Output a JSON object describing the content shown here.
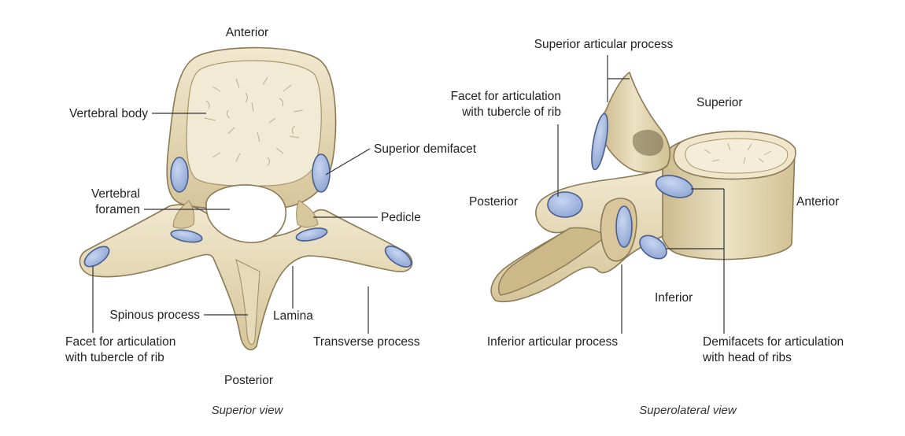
{
  "colors": {
    "bone_light": "#ede3c7",
    "bone_mid": "#d9c9a0",
    "bone_shadow": "#b9a67a",
    "cancellous": "#f2ecd8",
    "facet_blue": "#a9bde3",
    "facet_edge": "#4a5f8e"
  },
  "superior_view": {
    "caption": "Superior view",
    "labels": {
      "anterior": "Anterior",
      "vertebral_body": "Vertebral body",
      "superior_demifacet": "Superior demifacet",
      "vertebral_foramen_line1": "Vertebral",
      "vertebral_foramen_line2": "foramen",
      "pedicle": "Pedicle",
      "spinous_process": "Spinous process",
      "lamina": "Lamina",
      "transverse_process": "Transverse process",
      "facet_tubercle_line1": "Facet for articulation",
      "facet_tubercle_line2": "with tubercle of rib",
      "posterior": "Posterior"
    }
  },
  "superolateral_view": {
    "caption": "Superolateral view",
    "labels": {
      "superior_articular_process": "Superior articular process",
      "facet_tubercle_line1": "Facet for articulation",
      "facet_tubercle_line2": "with tubercle of rib",
      "superior": "Superior",
      "posterior": "Posterior",
      "anterior": "Anterior",
      "inferior": "Inferior",
      "inferior_articular_process": "Inferior articular process",
      "demifacets_line1": "Demifacets for articulation",
      "demifacets_line2": "with head of ribs"
    }
  }
}
